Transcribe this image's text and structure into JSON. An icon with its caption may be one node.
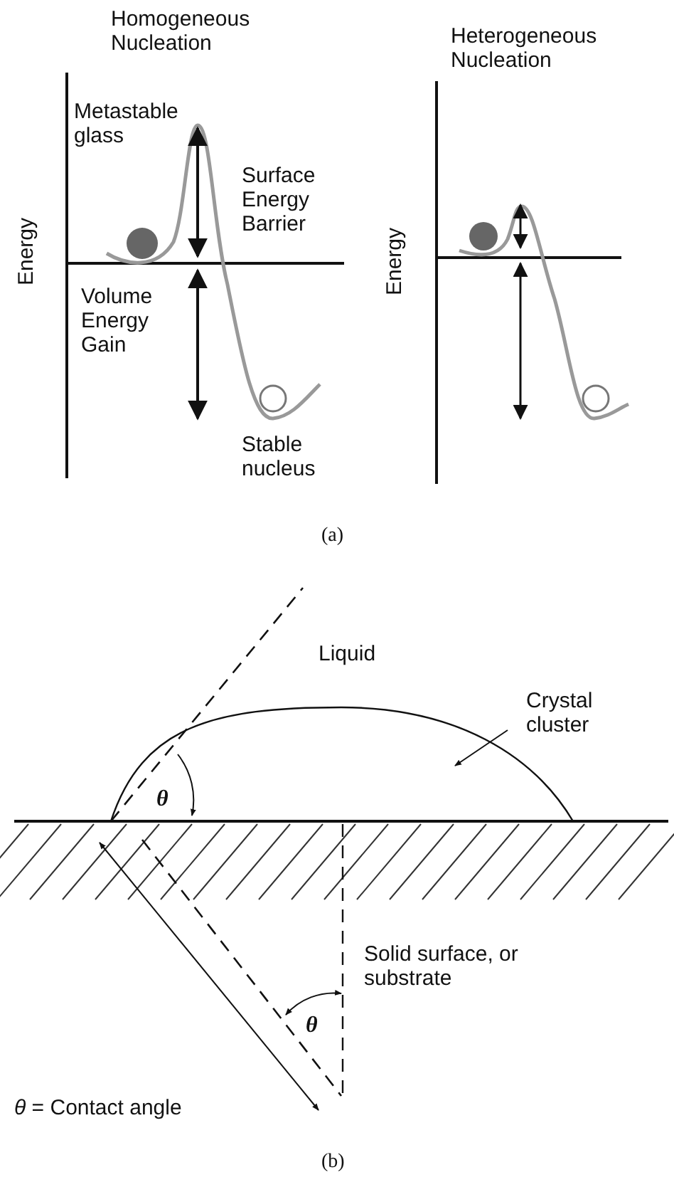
{
  "diagram": {
    "nodes": [
      {
        "text": [
          "Crystal cluster"
        ]
      },
      {
        "text": [],
        "shape": "dome"
      }
    ],
    "edges": [
      {
        "from": 0,
        "to": 1,
        "arrow": "to"
      }
    ],
    "labels": [
      "Homogeneous Nucleation",
      "Heterogeneous Nucleation",
      "Metastable glass",
      "Energy",
      "Surface Energy Barrier",
      "Energy",
      "Volume Energy Gain",
      "Stable nucleus",
      "(a)",
      "Liquid",
      "θ",
      "Solid surface, or substrate",
      "θ",
      "*θ* = Contact angle",
      "(b)"
    ]
  }
}
